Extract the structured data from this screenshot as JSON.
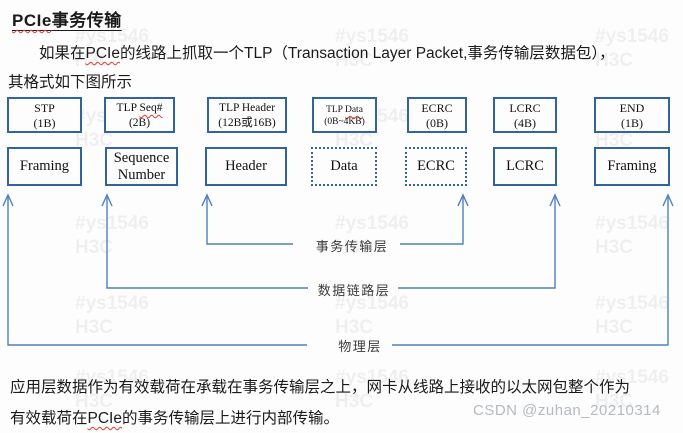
{
  "title": {
    "brand": "PCIe",
    "rest": "事务传输"
  },
  "intro": {
    "pre": "如果在",
    "brand": "PCIe",
    "line1_post": "的线路上抓取一个TLP（Transaction Layer Packet,事务传输层数据包），",
    "line2": "其格式如下图所示"
  },
  "diagram": {
    "columns": [
      {
        "top1": "STP",
        "top1_wavy": "",
        "top2": "(1B)",
        "bottom": "Framing"
      },
      {
        "top1": "TLP ",
        "top1_wavy": "Seq#",
        "top2": "(2B)",
        "bottom": "Sequence Number"
      },
      {
        "top1": "TLP Header",
        "top1_wavy": "",
        "top2": "(12B或16B)",
        "bottom": "Header"
      },
      {
        "top1": "TLP ",
        "top1_wavy": "Data",
        "top2": "(0B~4KB)",
        "bottom": "Data"
      },
      {
        "top1": "ECRC",
        "top1_wavy": "",
        "top2": "(0B)",
        "bottom": "ECRC"
      },
      {
        "top1": "LCRC",
        "top1_wavy": "",
        "top2": "(4B)",
        "bottom": "LCRC"
      },
      {
        "top1": "END",
        "top1_wavy": "",
        "top2": "(1B)",
        "bottom": "Framing"
      }
    ],
    "layers": {
      "transaction": "事务传输层",
      "data_link": "数据链路层",
      "physical": "物理层"
    },
    "colors": {
      "box_border": "#31639c",
      "bracket": "#4f81bd"
    }
  },
  "outro": {
    "line1": "应用层数据作为有效载荷在承载在事务传输层之上，网卡从线路上接收的以太网包整个作为",
    "line2_pre": "有效载荷在",
    "brand": "PCIe",
    "line2_post": "的事务传输层上进行内部传输。"
  },
  "watermark": {
    "csdn": "CSDN @zuhan_20210314",
    "tile_line1": "#ys1546",
    "tile_line2": "H3C"
  }
}
